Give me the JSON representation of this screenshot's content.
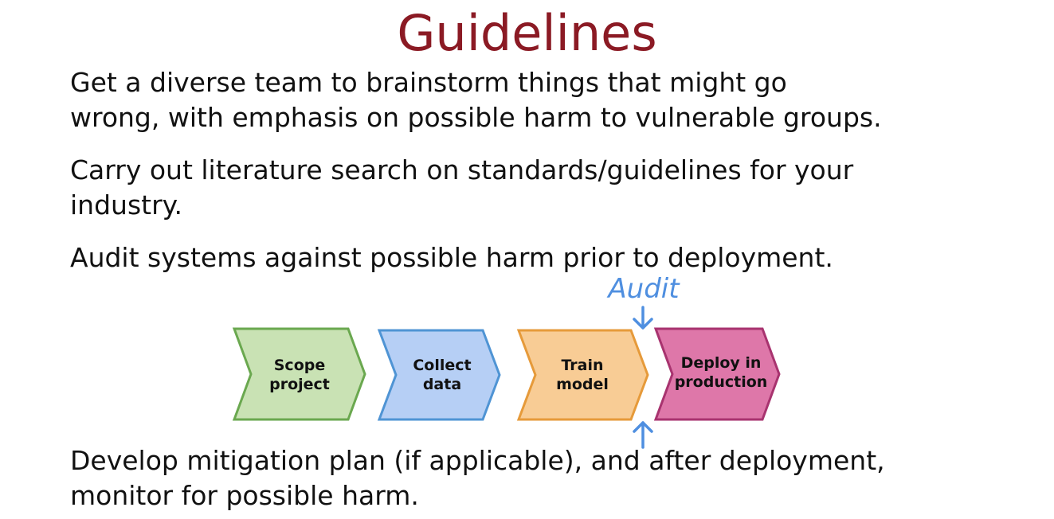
{
  "title": "Guidelines",
  "paragraphs": {
    "p1": {
      "line1": "Get a diverse team to brainstorm things that might go",
      "line2": "wrong, with emphasis on possible harm to vulnerable groups."
    },
    "p2": {
      "line1": "Carry out literature search on standards/guidelines for your",
      "line2": "industry."
    },
    "p3": {
      "line1": "Audit systems against possible harm prior to deployment."
    },
    "p4": {
      "line1": "Develop mitigation plan (if applicable), and after deployment,",
      "line2": "monitor for possible harm."
    }
  },
  "diagram": {
    "audit_label": "Audit",
    "steps": [
      {
        "line1": "Scope",
        "line2": "project",
        "fill": "#c9e2b4",
        "stroke": "#6aa84f"
      },
      {
        "line1": "Collect",
        "line2": "data",
        "fill": "#b6cff5",
        "stroke": "#4f94d4"
      },
      {
        "line1": "Train",
        "line2": "model",
        "fill": "#f8cc95",
        "stroke": "#e69a3a"
      },
      {
        "line1": "Deploy in",
        "line2": "production",
        "fill": "#de77a9",
        "stroke": "#a8336f"
      }
    ],
    "arrow_color": "#4f8fe0"
  },
  "colors": {
    "title": "#8b1a24",
    "text": "#111111"
  }
}
